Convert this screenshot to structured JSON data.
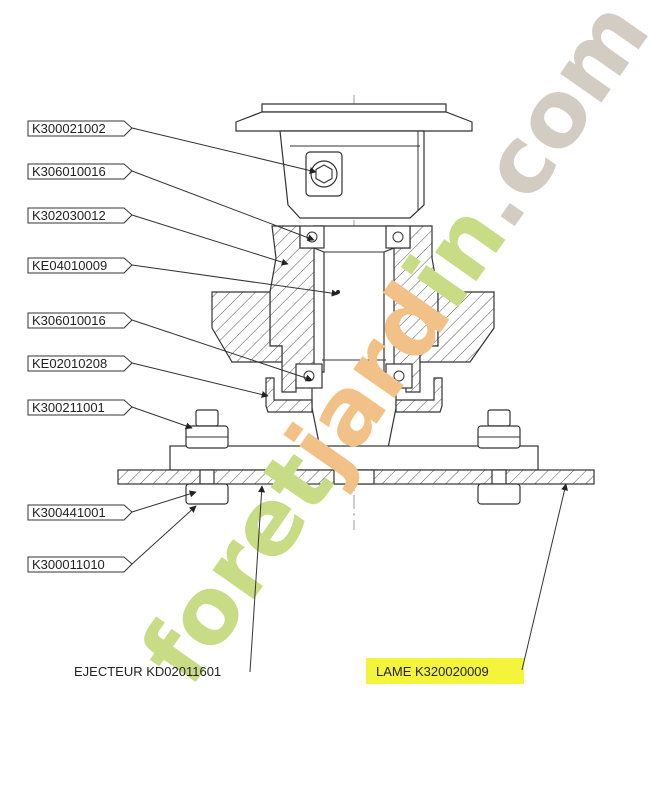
{
  "labels": {
    "k300021002": "K300021002",
    "k306010016_top": "K306010016",
    "k302030012": "K302030012",
    "ke04010009": "KE04010009",
    "k306010016_bottom": "K306010016",
    "ke02010208": "KE02010208",
    "k300211001": "K300211001",
    "k300441001": "K300441001",
    "k300011010": "K300011010",
    "ejecteur": "EJECTEUR KD02011601",
    "lame": "LAME K320020009"
  },
  "watermark": {
    "text_green": "foret",
    "text_orange": "jard",
    "text_green2": "in",
    "text_grey": ".com",
    "color_green": "#c8dc86",
    "color_orange": "#f2c187",
    "color_grey": "#d2ccc3"
  },
  "colors": {
    "highlight": "#f4f43a",
    "line": "#333333"
  }
}
